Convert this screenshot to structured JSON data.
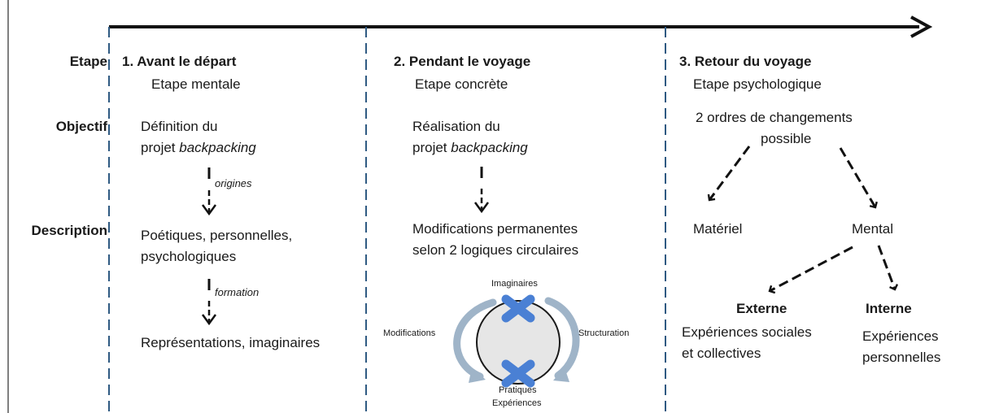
{
  "row_labels": {
    "etape": "Etape",
    "objectif": "Objectif",
    "description": "Description"
  },
  "columns": [
    {
      "heading": "1.   Avant le départ",
      "subtitle": "Etape mentale",
      "objective_line1": "Définition du",
      "objective_line2_prefix": "projet ",
      "objective_line2_em": "backpacking",
      "arrow1_label": "origines",
      "description_line1": "Poétiques, personnelles,",
      "description_line2": "psychologiques",
      "arrow2_label": "formation",
      "result": "Représentations, imaginaires"
    },
    {
      "heading": "2. Pendant le voyage",
      "subtitle": "Etape concrète",
      "objective_line1": "Réalisation du",
      "objective_line2_prefix": "projet ",
      "objective_line2_em": "backpacking",
      "description_line1": "Modifications permanentes",
      "description_line2": "selon 2 logiques circulaires",
      "cycle": {
        "top": "Imaginaires",
        "left": "Modifications",
        "right": "Structuration",
        "bottom_line1": "Pratiques",
        "bottom_line2": "Expériences"
      }
    },
    {
      "heading": "3. Retour du voyage",
      "subtitle": "Etape psychologique",
      "objective_line1": "2 ordres de changements",
      "objective_line2": "possible",
      "branch_left": "Matériel",
      "branch_right": "Mental",
      "sub_left_title": "Externe",
      "sub_left_line1": "Expériences sociales",
      "sub_left_line2": "et collectives",
      "sub_right_title": "Interne",
      "sub_right_line1": "Expériences",
      "sub_right_line2": "personnelles"
    }
  ],
  "colors": {
    "text": "#1a1a1a",
    "divider": "#2f5a82",
    "cross": "#4a80d4",
    "ring_fill": "#e6e6e6",
    "swoosh": "#9fb4c8"
  }
}
